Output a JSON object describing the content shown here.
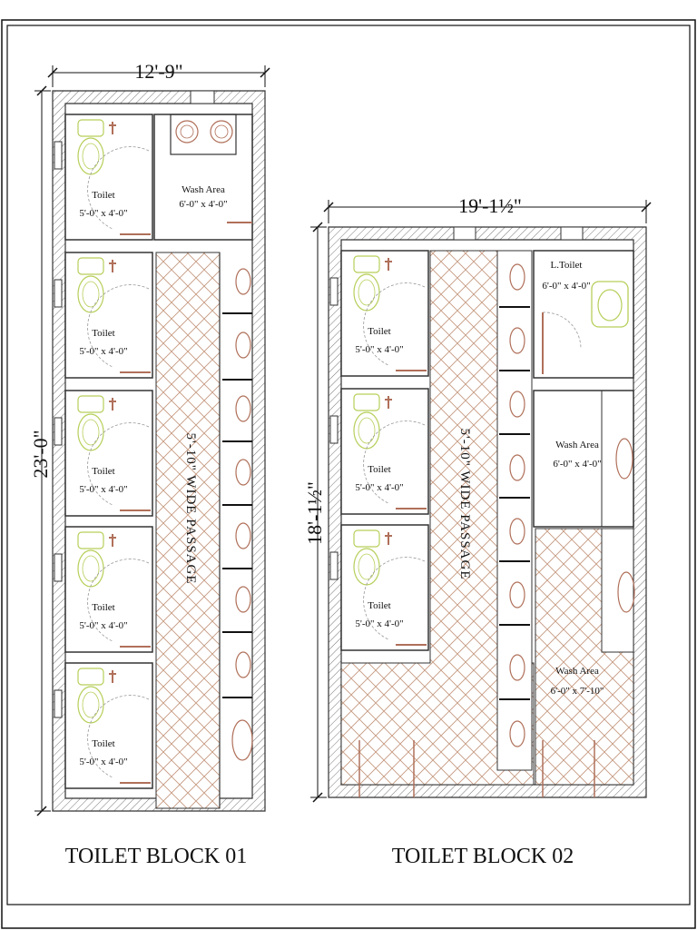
{
  "colors": {
    "wall": "#333333",
    "wall_hatch": "#666666",
    "passage_hatch": "#b9866a",
    "fixture_green": "#b6cf5a",
    "fixture_red": "#b0705a",
    "fixture_dark": "#222222",
    "border": "#111111"
  },
  "block1": {
    "title": "TOILET BLOCK 01",
    "dim_width": "12'-9\"",
    "dim_height": "23'-0\"",
    "passage_label": "5'-10\" WIDE PASSAGE",
    "wash_area": {
      "name": "Wash Area",
      "size": "6'-0\" x 4'-0\""
    },
    "toilets": [
      {
        "name": "Toilet",
        "size": "5'-0\" x 4'-0\""
      },
      {
        "name": "Toilet",
        "size": "5'-0\" x 4'-0\""
      },
      {
        "name": "Toilet",
        "size": "5'-0\" x 4'-0\""
      },
      {
        "name": "Toilet",
        "size": "5'-0\" x 4'-0\""
      },
      {
        "name": "Toilet",
        "size": "5'-0\" x 4'-0\""
      }
    ]
  },
  "block2": {
    "title": "TOILET BLOCK 02",
    "dim_width": "19'-1½\"",
    "dim_height": "18'-1½\"",
    "passage_label": "5'-10\" WIDE PASSAGE",
    "l_toilet": {
      "name": "L.Toilet",
      "size": "6'-0\" x 4'-0\""
    },
    "wash_area_1": {
      "name": "Wash Area",
      "size": "6'-0\" x 4'-0\""
    },
    "wash_area_2": {
      "name": "Wash Area",
      "size": "6'-0\" x 7'-10\""
    },
    "toilets": [
      {
        "name": "Toilet",
        "size": "5'-0\" x 4'-0\""
      },
      {
        "name": "Toilet",
        "size": "5'-0\" x 4'-0\""
      },
      {
        "name": "Toilet",
        "size": "5'-0\" x 4'-0\""
      }
    ]
  }
}
